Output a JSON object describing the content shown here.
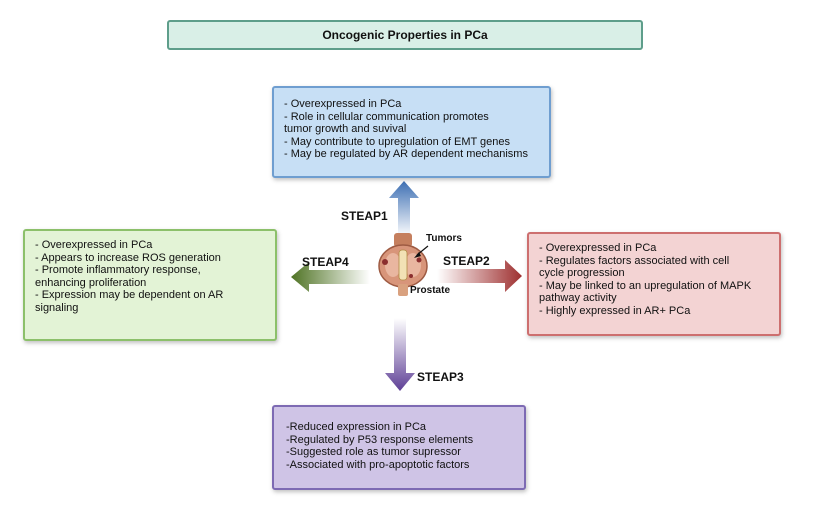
{
  "title": "Oncogenic Properties in PCa",
  "steap1": {
    "label": "STEAP1",
    "lines": [
      "- Overexpressed in PCa",
      "- Role in cellular communication promotes",
      "tumor growth and suvival",
      "- May contribute to upregulation of EMT genes",
      "- May be regulated by AR dependent mechanisms"
    ],
    "color": "#4a78b8"
  },
  "steap2": {
    "label": "STEAP2",
    "lines": [
      "- Overexpressed in PCa",
      "- Regulates factors associated with cell",
      "cycle progression",
      "- May be linked to an upregulation of MAPK",
      "pathway activity",
      "- Highly expressed in AR+ PCa"
    ],
    "color": "#a83a3a"
  },
  "steap3": {
    "label": "STEAP3",
    "lines": [
      "-Reduced expression in PCa",
      "-Regulated by P53 response elements",
      "-Suggested role as tumor supressor",
      "-Associated with pro-apoptotic factors"
    ],
    "color": "#6b4a9e"
  },
  "steap4": {
    "label": "STEAP4",
    "lines": [
      "- Overexpressed in PCa",
      "- Appears to increase ROS generation",
      "- Promote inflammatory response,",
      "enhancing proliferation",
      "- Expression may be dependent on AR",
      "signaling"
    ],
    "color": "#5a7d2a"
  },
  "center": {
    "tumors_label": "Tumors",
    "prostate_label": "Prostate"
  }
}
